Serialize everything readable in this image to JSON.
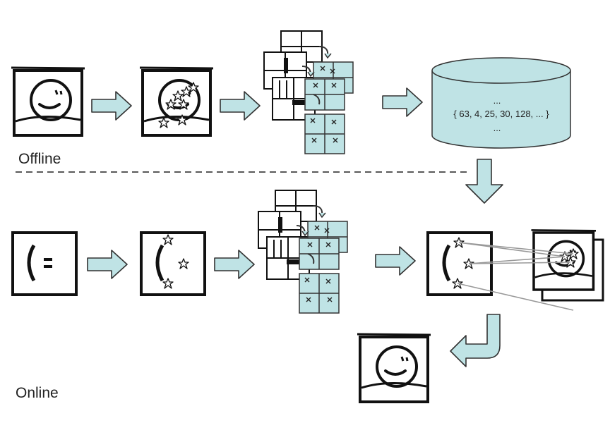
{
  "labels": {
    "offline": "Offline",
    "online": "Online"
  },
  "database": {
    "top_ellipsis": "...",
    "values_line": "{ 63, 4, 25, 30, 128, ... }",
    "bottom_ellipsis": "..."
  },
  "colors": {
    "arrow_fill": "#bfe3e5",
    "db_fill": "#bfe3e5",
    "sketch_stroke": "#111111"
  }
}
